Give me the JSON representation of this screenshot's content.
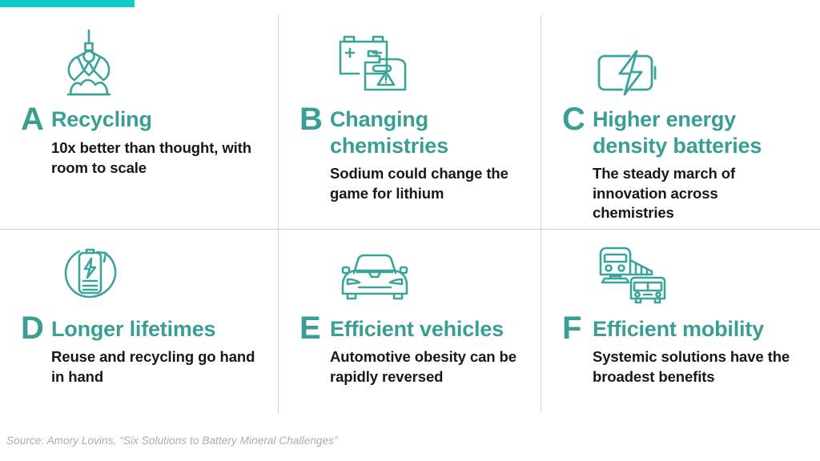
{
  "accent_bar_color": "#0DCCC8",
  "teal_color": "#3A9E95",
  "icon_color": "#3AA39A",
  "text_color": "#17181A",
  "divider_color": "#D2D4D6",
  "cards": [
    {
      "letter": "A",
      "icon": "clamshell-crane-icon",
      "heading": "Recycling",
      "subtext": "10x better than thought, with room to scale"
    },
    {
      "letter": "B",
      "icon": "battery-and-jerrycan-warning-icon",
      "heading": "Changing chemistries",
      "subtext": "Sodium could change the game for lithium"
    },
    {
      "letter": "C",
      "icon": "battery-bolt-icon",
      "heading": "Higher energy density batteries",
      "subtext": "The steady march of innovation across chemistries"
    },
    {
      "letter": "D",
      "icon": "battery-recycle-circle-icon",
      "heading": "Longer lifetimes",
      "subtext": "Reuse and recycling go hand in hand"
    },
    {
      "letter": "E",
      "icon": "car-front-icon",
      "heading": "Efficient vehicles",
      "subtext": "Automotive obesity can be rapidly reversed"
    },
    {
      "letter": "F",
      "icon": "train-and-bus-icon",
      "heading": "Efficient mobility",
      "subtext": "Systemic solutions have the broadest benefits"
    }
  ],
  "source_note": "Source: Amory Lovins, “Six Solutions to Battery Mineral Challenges”"
}
